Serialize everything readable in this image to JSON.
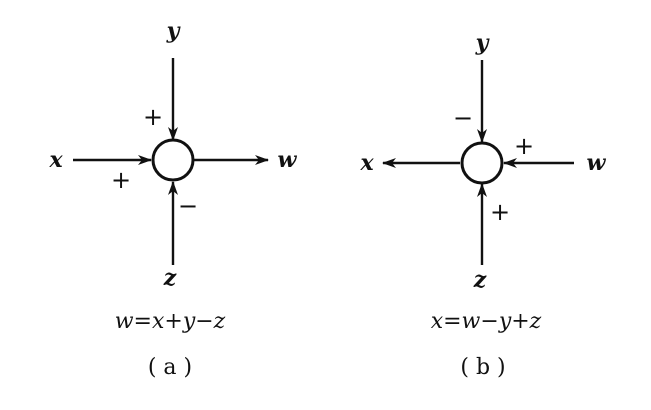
{
  "diagrams": [
    {
      "id": "a",
      "inputs": {
        "top": "y",
        "left": "x",
        "bottom": "z"
      },
      "output": {
        "right": "w"
      },
      "signs": {
        "top": "+",
        "left": "+",
        "bottom": "−"
      },
      "equation": "w=x+y−z",
      "caption": "( a )"
    },
    {
      "id": "b",
      "inputs": {
        "top": "y",
        "right": "w",
        "bottom": "z"
      },
      "output": {
        "left": "x"
      },
      "signs": {
        "top": "−",
        "right": "+",
        "bottom": "+"
      },
      "equation": "x=w−y+z",
      "caption": "( b )"
    }
  ]
}
